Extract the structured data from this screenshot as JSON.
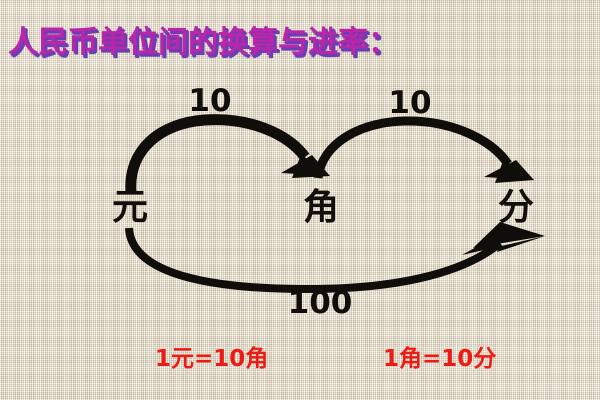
{
  "slide": {
    "title": "人民币单位间的换算与进率：",
    "background_color": "#ddd3bd",
    "title_color": "#bb25a8",
    "title_shadow_color": "#6a3fb5"
  },
  "diagram": {
    "ink_color": "#100e0a",
    "units": [
      {
        "id": "yuan",
        "label": "元"
      },
      {
        "id": "jiao",
        "label": "角"
      },
      {
        "id": "fen",
        "label": "分"
      }
    ],
    "arrows": [
      {
        "id": "yuan-to-jiao",
        "rate": "10",
        "from": "元",
        "to": "角"
      },
      {
        "id": "jiao-to-fen",
        "rate": "10",
        "from": "角",
        "to": "分"
      },
      {
        "id": "yuan-to-fen",
        "rate": "100",
        "from": "元",
        "to": "分"
      }
    ]
  },
  "equations": {
    "color": "#ee1b14",
    "left": "1元=10角",
    "right": "1角=10分"
  }
}
